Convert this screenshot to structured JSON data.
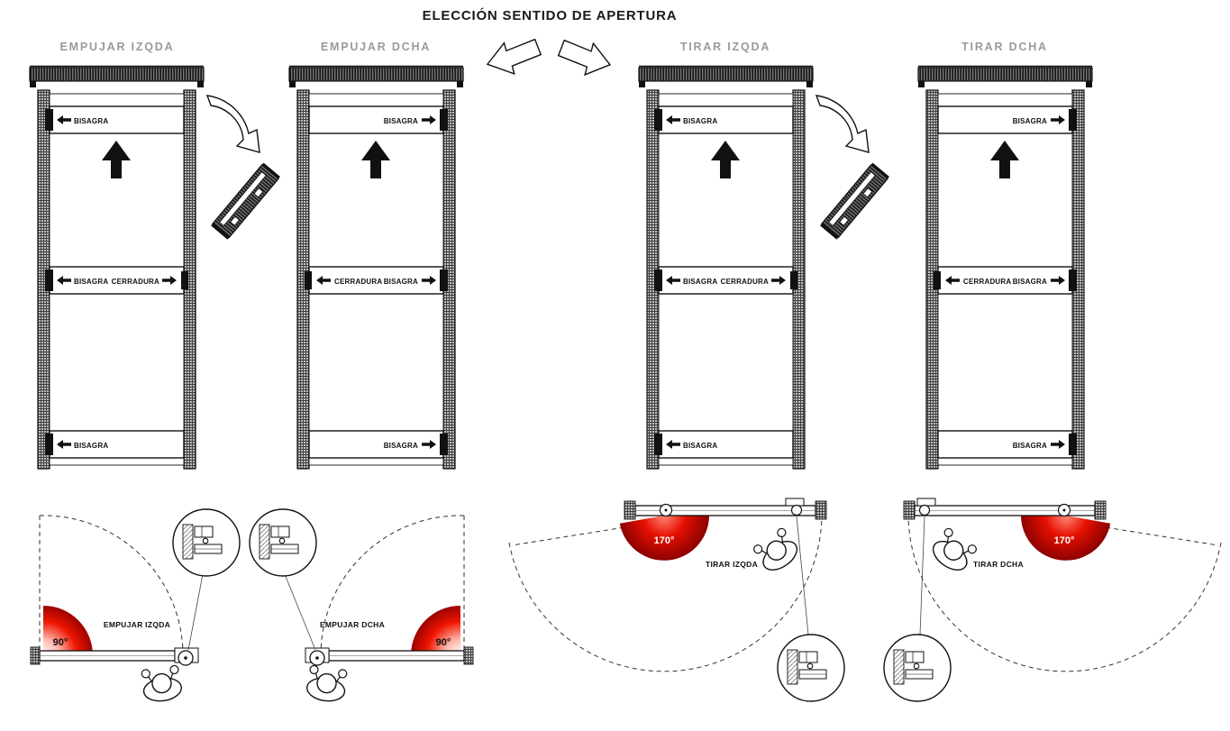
{
  "title": "ELECCIÓN SENTIDO DE APERTURA",
  "labels": {
    "bisagra": "BISAGRA",
    "cerradura": "CERRADURA"
  },
  "doors": [
    {
      "header": "EMPUJAR IZQDA",
      "hinge_side": "left"
    },
    {
      "header": "EMPUJAR DCHA",
      "hinge_side": "right"
    },
    {
      "header": "TIRAR IZQDA",
      "hinge_side": "left"
    },
    {
      "header": "TIRAR DCHA",
      "hinge_side": "right"
    }
  ],
  "plans": [
    {
      "label": "EMPUJAR IZQDA",
      "angle": "90°",
      "swing": "push"
    },
    {
      "label": "EMPUJAR DCHA",
      "angle": "90°",
      "swing": "push"
    },
    {
      "label": "TIRAR IZQDA",
      "angle": "170°",
      "swing": "pull"
    },
    {
      "label": "TIRAR DCHA",
      "angle": "170°",
      "swing": "pull"
    }
  ],
  "colors": {
    "angle_red": "#e01000",
    "angle_red_dark": "#8f0000",
    "header_gray": "#9a9a9a",
    "line": "#111111"
  }
}
